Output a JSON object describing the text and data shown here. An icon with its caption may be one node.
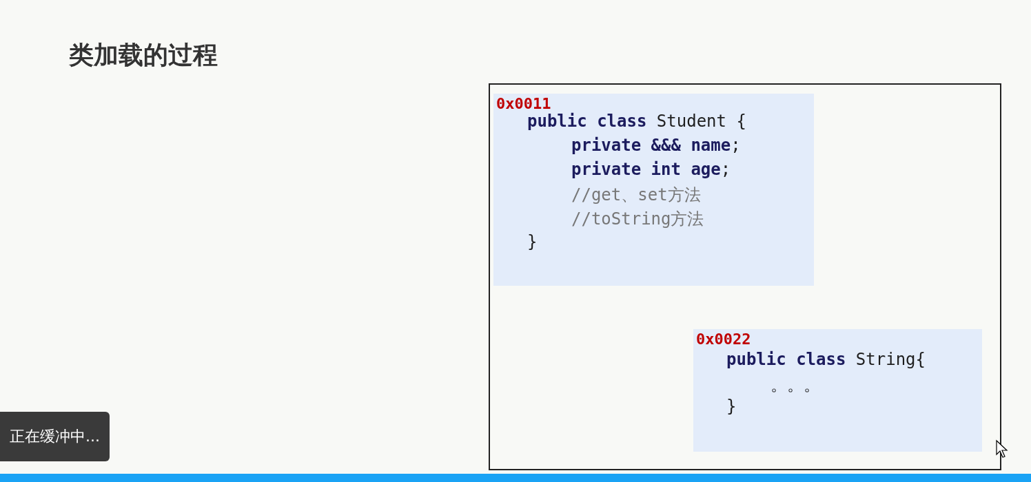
{
  "diagram": {
    "title": "类加载的过程",
    "nodes": [
      {
        "text": [],
        "shape": "box"
      },
      {
        "text": [
          "0x0011",
          "**public class** Student {",
          "**private &&& name**;",
          "**private int age**;",
          "//get、set方法",
          "//toString方法",
          "}"
        ],
        "in": 0
      },
      {
        "text": [
          "0x0022",
          "**public class** String{",
          "。。。",
          "}"
        ],
        "in": 0
      }
    ],
    "labels": [
      "正在缓冲中..."
    ]
  }
}
